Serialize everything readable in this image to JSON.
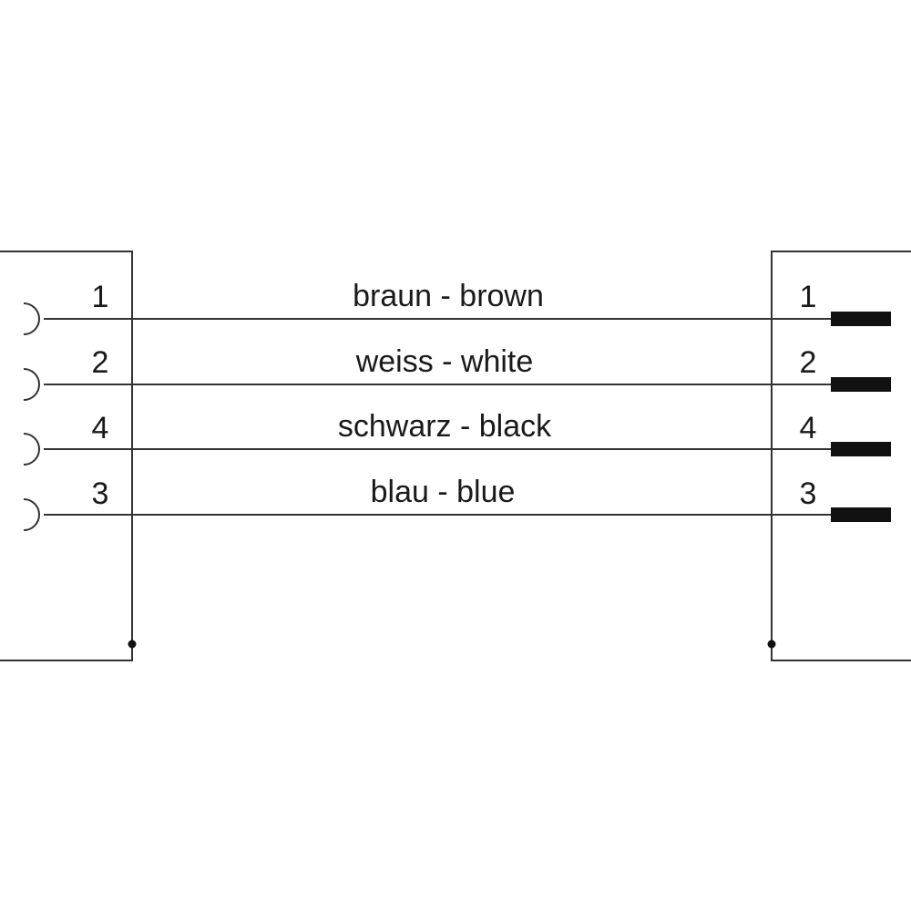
{
  "diagram": {
    "line_color": "#333333",
    "left_connector": {
      "type": "female-socket"
    },
    "right_connector": {
      "type": "male-pin"
    },
    "wires": [
      {
        "left_pin": "1",
        "right_pin": "1",
        "label": "braun - brown"
      },
      {
        "left_pin": "2",
        "right_pin": "2",
        "label": "weiss - white"
      },
      {
        "left_pin": "4",
        "right_pin": "4",
        "label": "schwarz - black"
      },
      {
        "left_pin": "3",
        "right_pin": "3",
        "label": "blau - blue"
      }
    ]
  }
}
